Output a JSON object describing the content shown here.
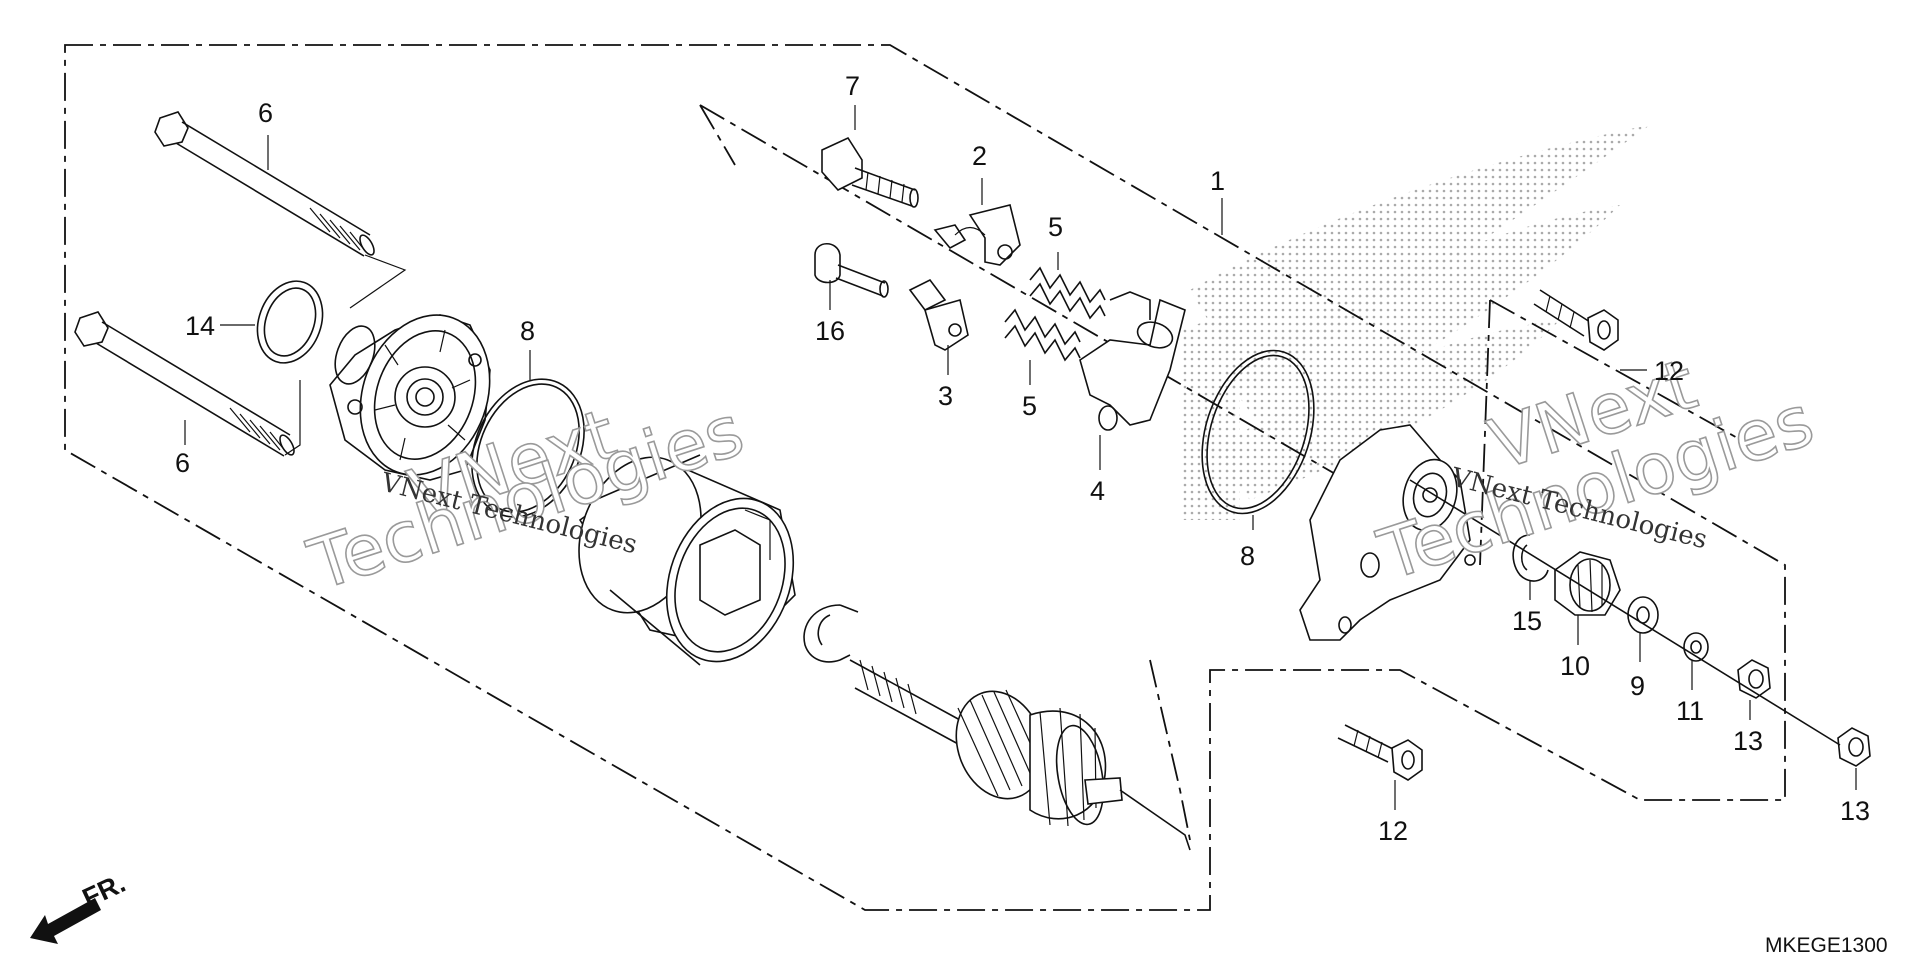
{
  "diagram_code": "MKEGE1300",
  "front_label": "FR.",
  "watermark": {
    "brand": "VNext",
    "brand_second": "Technologies",
    "full": "VNext Technologies"
  },
  "callouts": [
    {
      "id": "c1",
      "label": "1"
    },
    {
      "id": "c2",
      "label": "2"
    },
    {
      "id": "c3",
      "label": "3"
    },
    {
      "id": "c4",
      "label": "4"
    },
    {
      "id": "c5a",
      "label": "5"
    },
    {
      "id": "c5b",
      "label": "5"
    },
    {
      "id": "c6a",
      "label": "6"
    },
    {
      "id": "c6b",
      "label": "6"
    },
    {
      "id": "c7",
      "label": "7"
    },
    {
      "id": "c8a",
      "label": "8"
    },
    {
      "id": "c8b",
      "label": "8"
    },
    {
      "id": "c9",
      "label": "9"
    },
    {
      "id": "c10",
      "label": "10"
    },
    {
      "id": "c11",
      "label": "11"
    },
    {
      "id": "c12a",
      "label": "12"
    },
    {
      "id": "c12b",
      "label": "12"
    },
    {
      "id": "c13a",
      "label": "13"
    },
    {
      "id": "c13b",
      "label": "13"
    },
    {
      "id": "c14",
      "label": "14"
    },
    {
      "id": "c15",
      "label": "15"
    },
    {
      "id": "c16",
      "label": "16"
    }
  ]
}
